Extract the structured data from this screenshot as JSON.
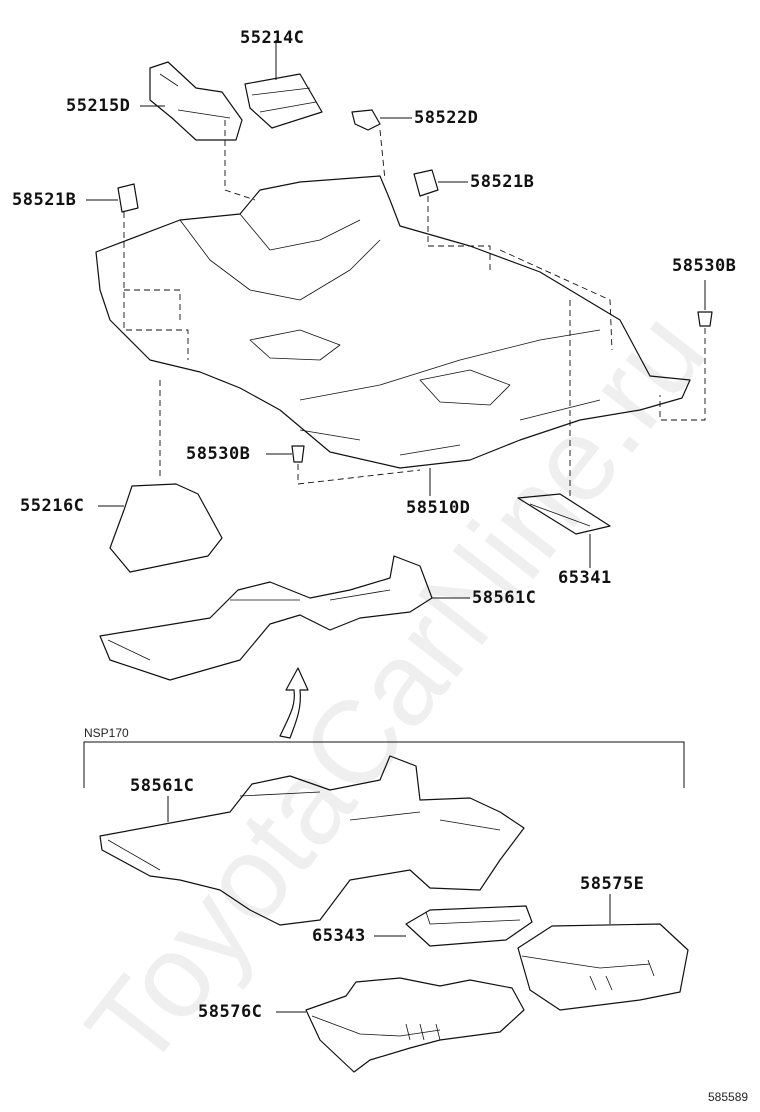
{
  "watermark": "ToyotaCarNine.ru",
  "group_label": "NSP170",
  "figure_id": "585589",
  "parts": {
    "p55214C": "55214C",
    "p55215D": "55215D",
    "p58522D": "58522D",
    "p58521B_left": "58521B",
    "p58521B_right": "58521B",
    "p58530B_right": "58530B",
    "p58530B_center": "58530B",
    "p55216C": "55216C",
    "p58510D": "58510D",
    "p65341": "65341",
    "p58561C_upper": "58561C",
    "p58561C_lower": "58561C",
    "p58575E": "58575E",
    "p65343": "65343",
    "p58576C": "58576C"
  }
}
